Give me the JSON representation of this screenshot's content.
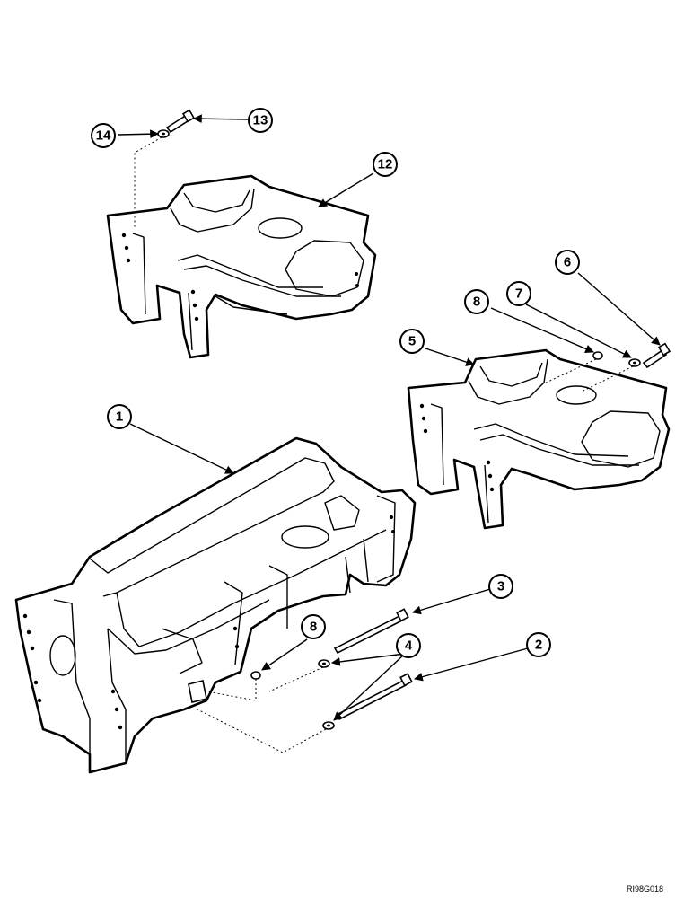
{
  "callouts": [
    "1",
    "2",
    "3",
    "4",
    "5",
    "6",
    "7",
    "8",
    "8",
    "12",
    "13",
    "14"
  ],
  "drawing_id": "RI98G018"
}
